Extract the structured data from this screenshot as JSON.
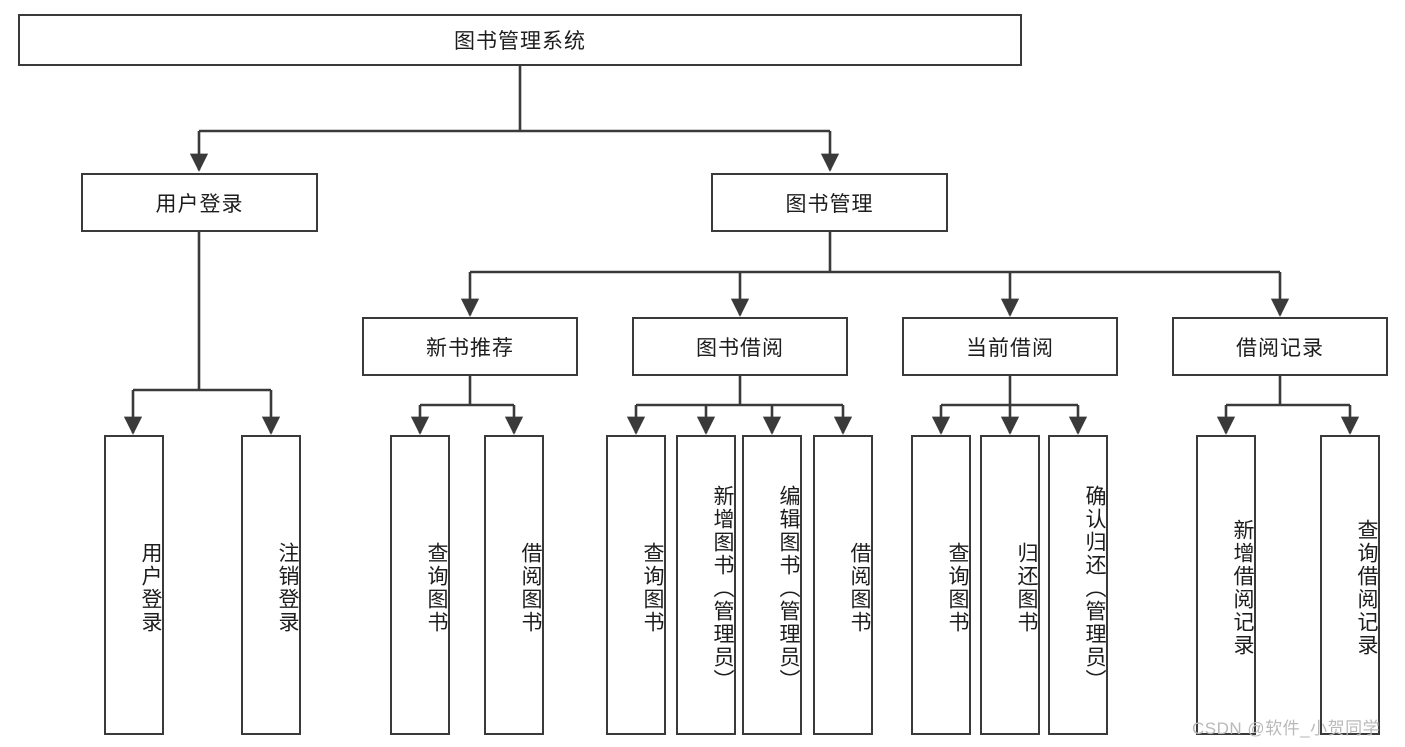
{
  "diagram": {
    "title": "图书管理系统",
    "type": "tree-hierarchy-diagram",
    "root": {
      "label": "图书管理系统"
    },
    "level2": [
      {
        "label": "用户登录"
      },
      {
        "label": "图书管理"
      }
    ],
    "level3": [
      {
        "label": "新书推荐"
      },
      {
        "label": "图书借阅"
      },
      {
        "label": "当前借阅"
      },
      {
        "label": "借阅记录"
      }
    ],
    "leaves": {
      "user_login": [
        {
          "label": "用户登录"
        },
        {
          "label": "注销登录"
        }
      ],
      "new_book_recommend": [
        {
          "label": "查询图书"
        },
        {
          "label": "借阅图书"
        }
      ],
      "book_borrow": [
        {
          "label": "查询图书"
        },
        {
          "label": "新增图书（管理员）"
        },
        {
          "label": "编辑图书（管理员）"
        },
        {
          "label": "借阅图书"
        }
      ],
      "current_borrow": [
        {
          "label": "查询图书"
        },
        {
          "label": "归还图书"
        },
        {
          "label": "确认归还（管理员）"
        }
      ],
      "borrow_record": [
        {
          "label": "新增借阅记录"
        },
        {
          "label": "查询借阅记录"
        }
      ]
    }
  },
  "watermark": {
    "text": "CSDN @软件_小贺同学"
  },
  "colors": {
    "stroke": "#3a3a3a",
    "text": "#1d1d1d",
    "background": "#ffffff",
    "watermark": "#b9b9b9"
  }
}
